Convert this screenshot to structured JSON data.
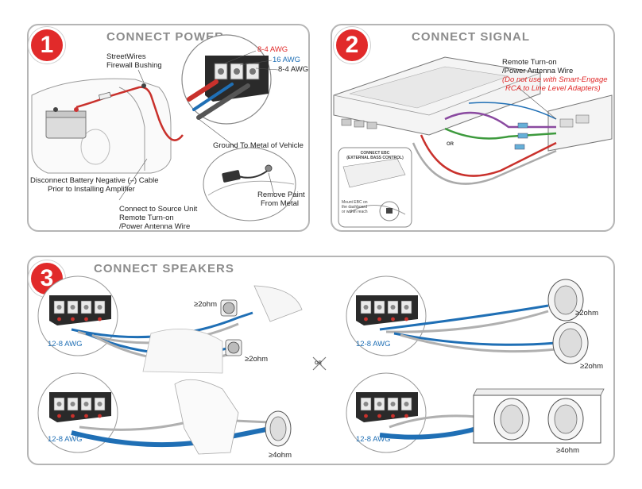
{
  "panel1": {
    "number": "1",
    "title": "CONNECT POWER",
    "labels": {
      "awg_8_4_red": "8-4 AWG",
      "awg_16": "16 AWG",
      "awg_8_4_black": "8-4 AWG",
      "bushing_line1": "StreetWires",
      "bushing_line2": "Firewall Bushing",
      "ground": "Ground To Metal of Vehicle",
      "battery_line1": "Disconnect Battery Negative (–) Cable",
      "battery_line2": "Prior to Installing Amplifier",
      "source_line1": "Connect to Source Unit",
      "source_line2": "Remote Turn-on",
      "source_line3": "/Power Antenna Wire",
      "paint_line1": "Remove Paint",
      "paint_line2": "From Metal"
    }
  },
  "panel2": {
    "number": "2",
    "title": "CONNECT SIGNAL",
    "labels": {
      "remote_line1": "Remote Turn-on",
      "remote_line2": "/Power Antenna Wire",
      "warning_line1": "(Do not use with Smart-Engage",
      "warning_line2": "RCA to Line Level Adapters)",
      "or": "OR",
      "ebc_title_line1": "CONNECT EBC",
      "ebc_title_line2": "(EXTERNAL BASS CONTROL)",
      "ebc_mount_line1": "Mount EBC on",
      "ebc_mount_line2": "the dashboard",
      "ebc_mount_line3": "or within reach"
    }
  },
  "panel3": {
    "number": "3",
    "title": "CONNECT SPEAKERS",
    "or": "OR",
    "labels": {
      "tl_awg": "12-8 AWG",
      "tl_ohm_top": "≥2ohm",
      "tl_ohm_bottom": "≥2ohm",
      "tr_awg": "12-8 AWG",
      "tr_ohm_top": "≥2ohm",
      "tr_ohm_bottom": "≥2ohm",
      "bl_awg": "12-8 AWG",
      "bl_ohm": "≥4ohm",
      "br_awg": "12-8 AWG",
      "br_ohm": "≥4ohm"
    }
  },
  "colors": {
    "accent_red": "#e12a2a",
    "wire_blue": "#1f6fb5",
    "wire_gray": "#b0b0b0",
    "panel_border": "#b5b5b5",
    "title_gray": "#8c8c8c"
  }
}
